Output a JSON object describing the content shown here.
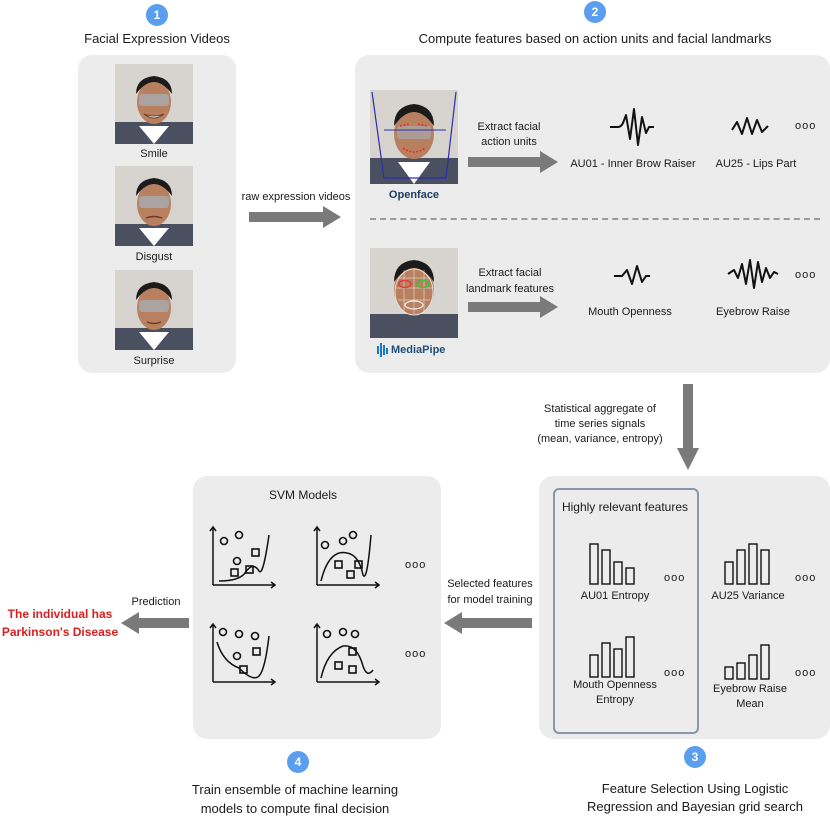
{
  "steps": {
    "s1": {
      "num": "1",
      "title": "Facial Expression Videos"
    },
    "s2": {
      "num": "2",
      "title": "Compute features based on action units and facial landmarks"
    },
    "s3": {
      "num": "3",
      "title_line1": "Feature Selection Using Logistic",
      "title_line2": "Regression and Bayesian grid search"
    },
    "s4": {
      "num": "4",
      "title_line1": "Train ensemble of machine learning",
      "title_line2": "models to compute final decision"
    }
  },
  "videos": [
    {
      "label": "Smile"
    },
    {
      "label": "Disgust"
    },
    {
      "label": "Surprise"
    }
  ],
  "arrows": {
    "raw": "raw expression videos",
    "stat_line1": "Statistical aggregate of",
    "stat_line2": "time series signals",
    "stat_line3": "(mean, variance, entropy)",
    "selected_line1": "Selected features",
    "selected_line2": "for model training",
    "prediction": "Prediction"
  },
  "openface": {
    "tool": "Openface",
    "extract_line1": "Extract facial",
    "extract_line2": "action units",
    "signal1": "AU01 - Inner Brow Raiser",
    "signal2": "AU25 - Lips Part"
  },
  "mediapipe": {
    "tool": "MediaPipe",
    "extract_line1": "Extract facial",
    "extract_line2": "landmark features",
    "signal1": "Mouth Openness",
    "signal2": "Eyebrow Raise"
  },
  "features": {
    "box_title": "Highly relevant features",
    "f1": "AU01 Entropy",
    "f2": "AU25 Variance",
    "f3_line1": "Mouth Openness",
    "f3_line2": "Entropy",
    "f4_line1": "Eyebrow Raise",
    "f4_line2": "Mean",
    "bars": {
      "f1": [
        40,
        34,
        22,
        16
      ],
      "f2": [
        22,
        34,
        40,
        34
      ],
      "f3": [
        22,
        34,
        28,
        40
      ],
      "f4": [
        12,
        16,
        24,
        34
      ]
    }
  },
  "svm": {
    "title": "SVM Models"
  },
  "result": {
    "line1": "The individual has",
    "line2": "Parkinson's Disease"
  },
  "more": "ooo",
  "colors": {
    "accent": "#5b9ef0",
    "panel": "#ececec",
    "arrow": "#7a7a7a",
    "result": "#d91f1f",
    "feature_border": "#8796ad",
    "openface_mesh": "#2b2fb0"
  }
}
